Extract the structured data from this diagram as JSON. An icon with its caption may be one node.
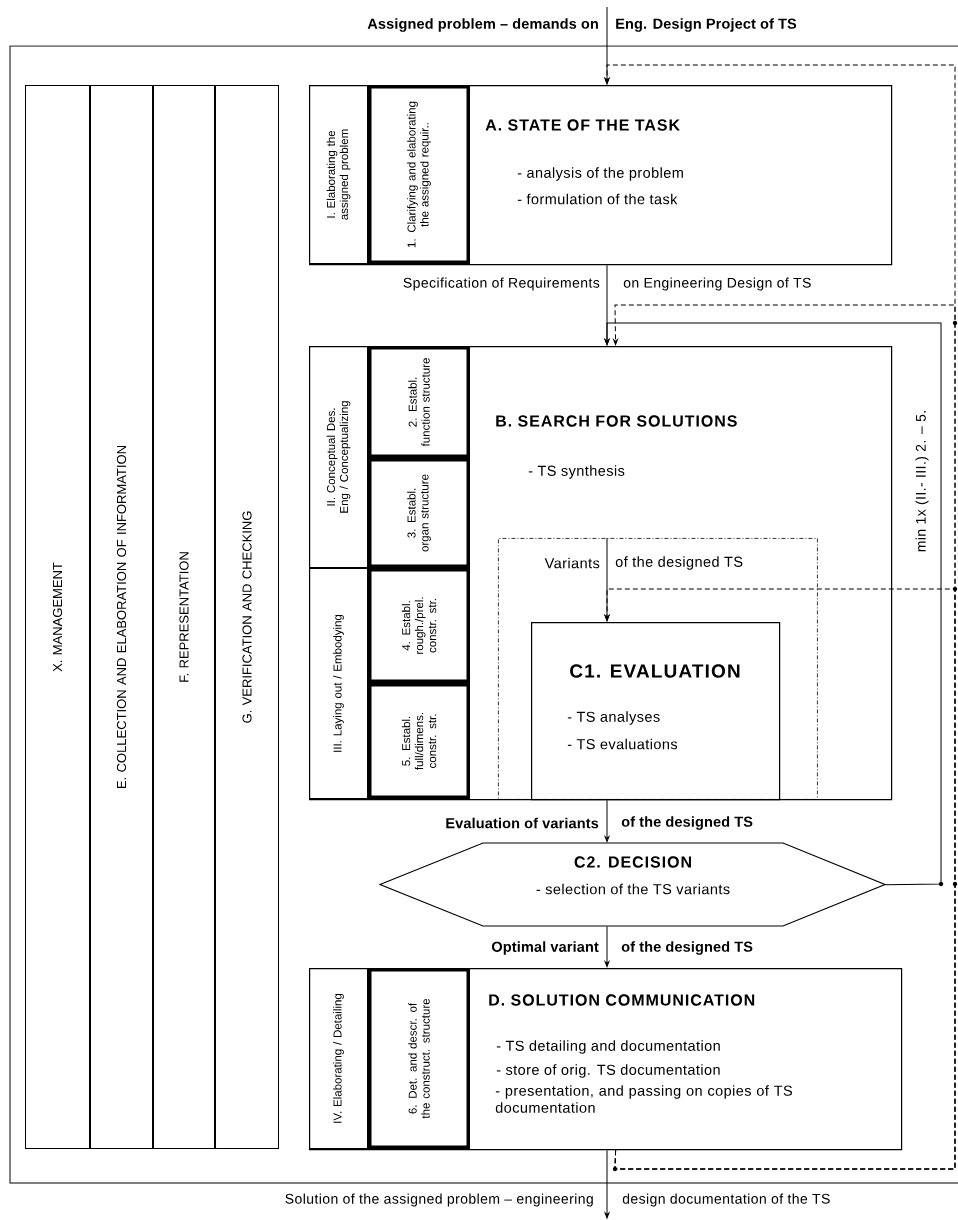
{
  "diagram": {
    "nodes": [
      {
        "text": [
          "X. MANAGEMENT"
        ]
      },
      {
        "text": [
          "E. COLLECTION AND ELABORATION OF INFORMATION"
        ]
      },
      {
        "text": [
          "F. REPRESENTATION"
        ]
      },
      {
        "text": [
          "G. VERIFICATION AND CHECKING"
        ]
      },
      {
        "text": [
          "A. STATE OF THE TASK",
          "- analysis of the problem",
          "- formulation of the task"
        ]
      },
      {
        "text": [
          "I. Elaborating the assigned problem"
        ],
        "in": 4
      },
      {
        "text": [
          "1. Clarifying and elaborating the assigned requir.."
        ],
        "in": 4
      },
      {
        "text": [
          "B. SEARCH FOR SOLUTIONS",
          "- TS synthesis"
        ]
      },
      {
        "text": [
          "II. Conceptual Des. Eng / Conceptualizing"
        ],
        "in": 7
      },
      {
        "text": [
          "III. Laying out / Embodying"
        ],
        "in": 7
      },
      {
        "text": [
          "2. Establ. function structure"
        ],
        "in": 7
      },
      {
        "text": [
          "3. Establ. organ structure"
        ],
        "in": 7
      },
      {
        "text": [
          "4. Establ. rough./prel. constr. str."
        ],
        "in": 7
      },
      {
        "text": [
          "5. Establ. full/dimens. constr. str."
        ],
        "in": 7
      },
      {
        "text": [
          "Variants",
          "of the designed TS"
        ],
        "in": 7
      },
      {
        "text": [
          "C1. EVALUATION",
          "- TS analyses",
          "- TS evaluations"
        ],
        "in": 14
      },
      {
        "text": [
          "C2. DECISION",
          "- selection of the TS variants"
        ]
      },
      {
        "text": [
          "D. SOLUTION COMMUNICATION",
          "- TS detailing and documentation",
          "- store of orig. TS documentation",
          "- presentation, and passing on copies of TS documentation"
        ]
      },
      {
        "text": [
          "IV. Elaborating / Detailing"
        ],
        "in": 17
      },
      {
        "text": [
          "6. Det. and descr. of the construct. structure"
        ],
        "in": 17
      },
      {
        "text": [
          "Solution of the assigned problem – engineering",
          "design documentation of the TS"
        ]
      }
    ],
    "edges": [
      {
        "from": null,
        "to": 4,
        "arrow": "to"
      },
      {
        "from": 4,
        "to": 7,
        "arrow": "to"
      },
      {
        "from": null,
        "to": 15,
        "arrow": "to"
      },
      {
        "from": 7,
        "to": 16,
        "arrow": "to"
      },
      {
        "from": 16,
        "to": 17,
        "arrow": "to"
      },
      {
        "from": 17,
        "to": 20,
        "arrow": "to"
      },
      {
        "from": 16,
        "to": 7,
        "arrow": "to",
        "label": "min 1x (II.- III.) 2. – 5."
      },
      {
        "from": 17,
        "to": 4,
        "arrow": "to",
        "style": "dashed"
      },
      {
        "from": 17,
        "to": 7,
        "arrow": "to",
        "style": "dashed"
      },
      {
        "from": 17,
        "to": 15,
        "arrow": "to",
        "style": "dashed"
      }
    ],
    "labels": [
      "Assigned problem – demands on",
      "Eng. Design Project of TS",
      "Specification of Requirements",
      "on Engineering Design of TS",
      "Evaluation of variants",
      "of the designed TS",
      "Optimal variant",
      "of the designed TS"
    ]
  }
}
